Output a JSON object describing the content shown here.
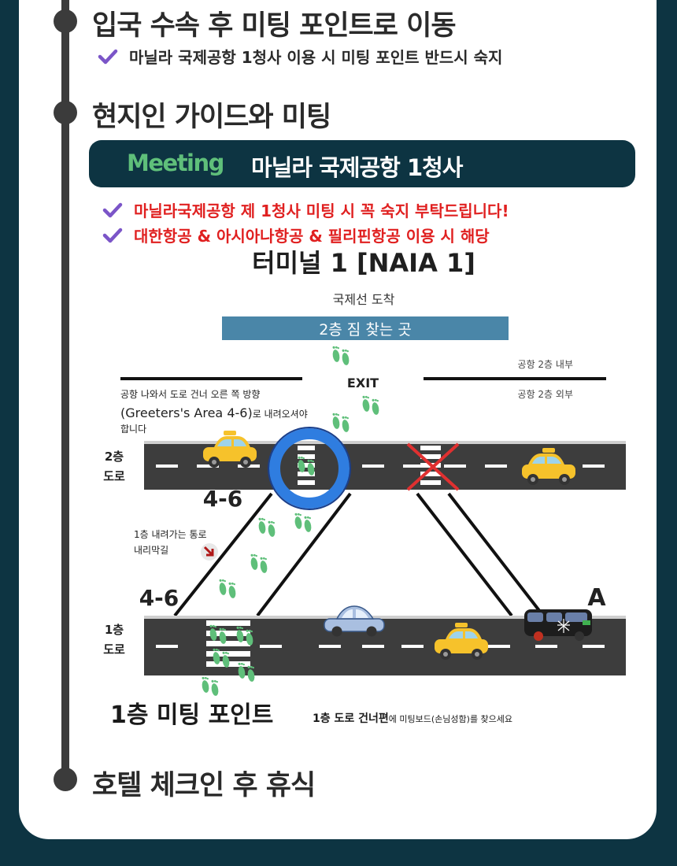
{
  "steps": [
    {
      "title": "입국 수속 후 미팅 포인트로 이동"
    },
    {
      "title": "현지인 가이드와 미팅"
    },
    {
      "title": "호텔 체크인 후 휴식"
    }
  ],
  "step1_note": "마닐라 국제공항 1청사 이용 시 미팅 포인트 반드시 숙지",
  "meeting": {
    "label": "Meeting",
    "place": "마닐라 국제공항 1청사"
  },
  "notices": [
    "마닐라국제공항 제 1청사 미팅 시 꼭 숙지 부탁드립니다!",
    "대한항공 & 아시아나항공 & 필리핀항공 이용 시 해당"
  ],
  "colors": {
    "background": "#0d3442",
    "accent_green": "#5fbf7a",
    "notice_red": "#e02020",
    "check_purple": "#7b55c8",
    "baggage_bar": "#4a86a8",
    "road": "#3d3d3d"
  },
  "map": {
    "terminal": "터미널 1 [NAIA 1]",
    "arrival": "국제선 도착",
    "baggage": "2층 짐 찾는 곳",
    "exit": "EXIT",
    "inside": "공항 2층 내부",
    "outside": "공항 2층 외부",
    "instruction_1": "공항 나와서 도로 건너 오른 쪽 방향",
    "instruction_2a": "(Greeters's Area 4-6)",
    "instruction_2b": "로 내려오셔야",
    "instruction_3": "합니다",
    "road2_a": "2층",
    "road2_b": "도로",
    "road1_a": "1층",
    "road1_b": "도로",
    "gate_upper": "4-6",
    "gate_lower": "4-6",
    "ramp_1": "1층 내려가는 통로",
    "ramp_2": "내리막길",
    "point_a": "A",
    "meeting_point": "1층 미팅 포인트",
    "footer_1": "1층 도로 건너편",
    "footer_2": "에 미팅보드(손님성함)를 찾으세요"
  }
}
